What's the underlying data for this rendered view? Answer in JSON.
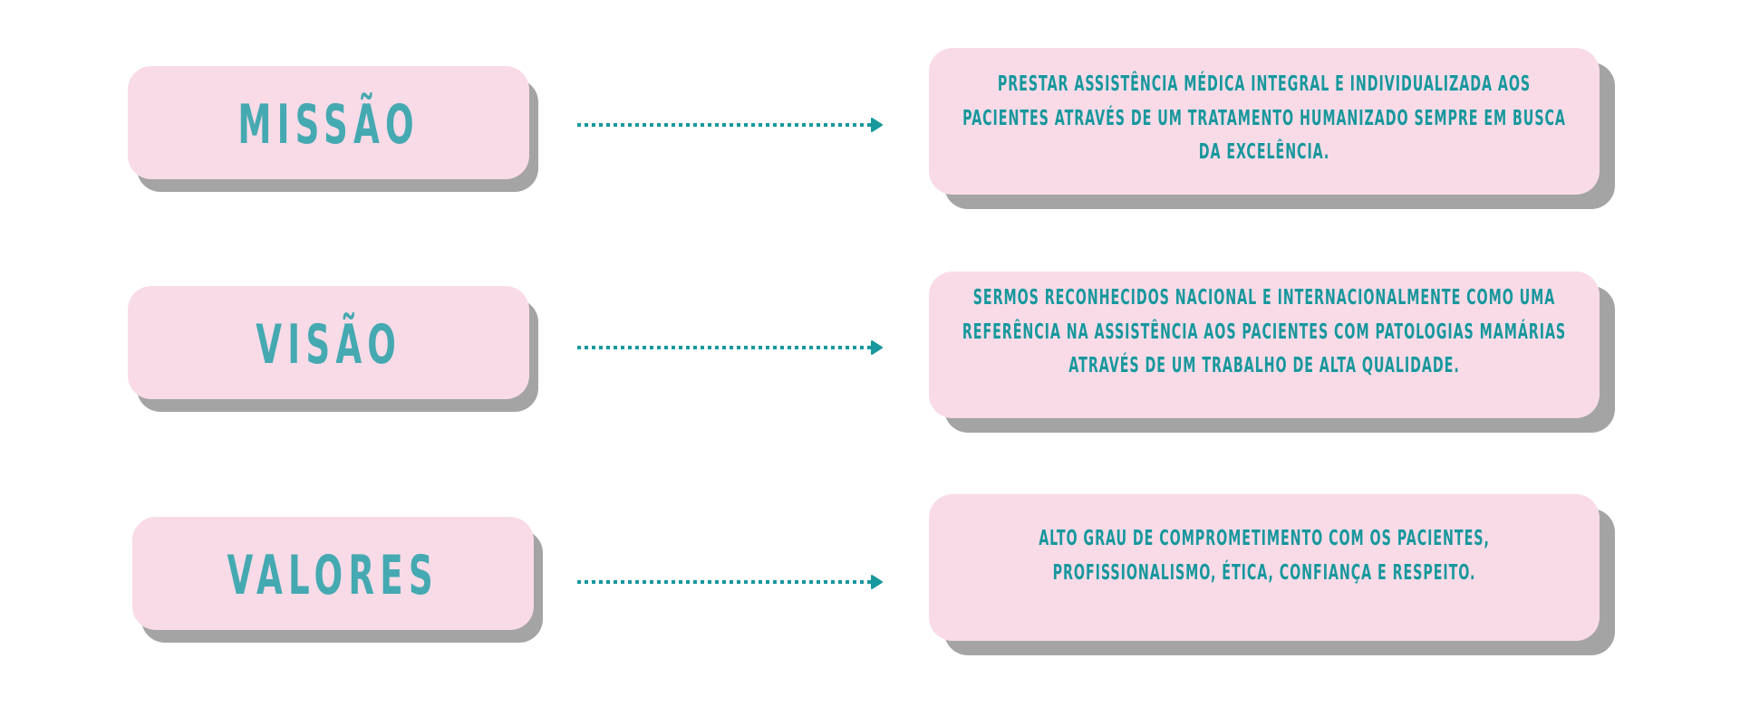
{
  "colors": {
    "box_fill": "#F9DBE8",
    "shadow": "#A4A4A4",
    "title_text": "#45A9B1",
    "body_text": "#17989D",
    "arrow": "#17989D"
  },
  "rows": [
    {
      "label": "MISSÃO",
      "arrow_icon": "dotted-arrow-right",
      "description": "PRESTAR ASSISTÊNCIA MÉDICA INTEGRAL E INDIVIDUALIZADA AOS PACIENTES ATRAVÉS DE UM TRATAMENTO HUMANIZADO SEMPRE EM BUSCA DA EXCELÊNCIA."
    },
    {
      "label": "VISÃO",
      "arrow_icon": "dotted-arrow-right",
      "description": "SERMOS RECONHECIDOS NACIONAL E INTERNACIONALMENTE COMO UMA REFERÊNCIA NA ASSISTÊNCIA AOS PACIENTES COM PATOLOGIAS MAMÁRIAS ATRAVÉS DE UM TRABALHO DE ALTA QUALIDADE."
    },
    {
      "label": "VALORES",
      "arrow_icon": "dotted-arrow-right",
      "description": "ALTO GRAU DE COMPROMETIMENTO COM OS PACIENTES, PROFISSIONALISMO, ÉTICA, CONFIANÇA E RESPEITO."
    }
  ]
}
